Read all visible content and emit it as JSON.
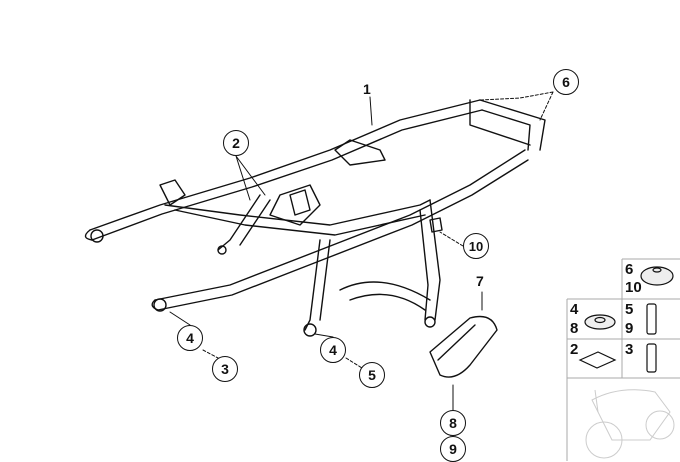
{
  "diagram": {
    "callouts": {
      "c1": "1",
      "c2": "2",
      "c3": "3",
      "c4a": "4",
      "c4b": "4",
      "c5": "5",
      "c6": "6",
      "c7": "7",
      "c8": "8",
      "c9": "9",
      "c10": "10"
    },
    "parts_table": {
      "grommet": [
        "6",
        "10"
      ],
      "washer": [
        "4",
        "8"
      ],
      "bolt_long": [
        "5",
        "9"
      ],
      "plate": [
        "2"
      ],
      "bolt_short": [
        "3"
      ]
    }
  }
}
